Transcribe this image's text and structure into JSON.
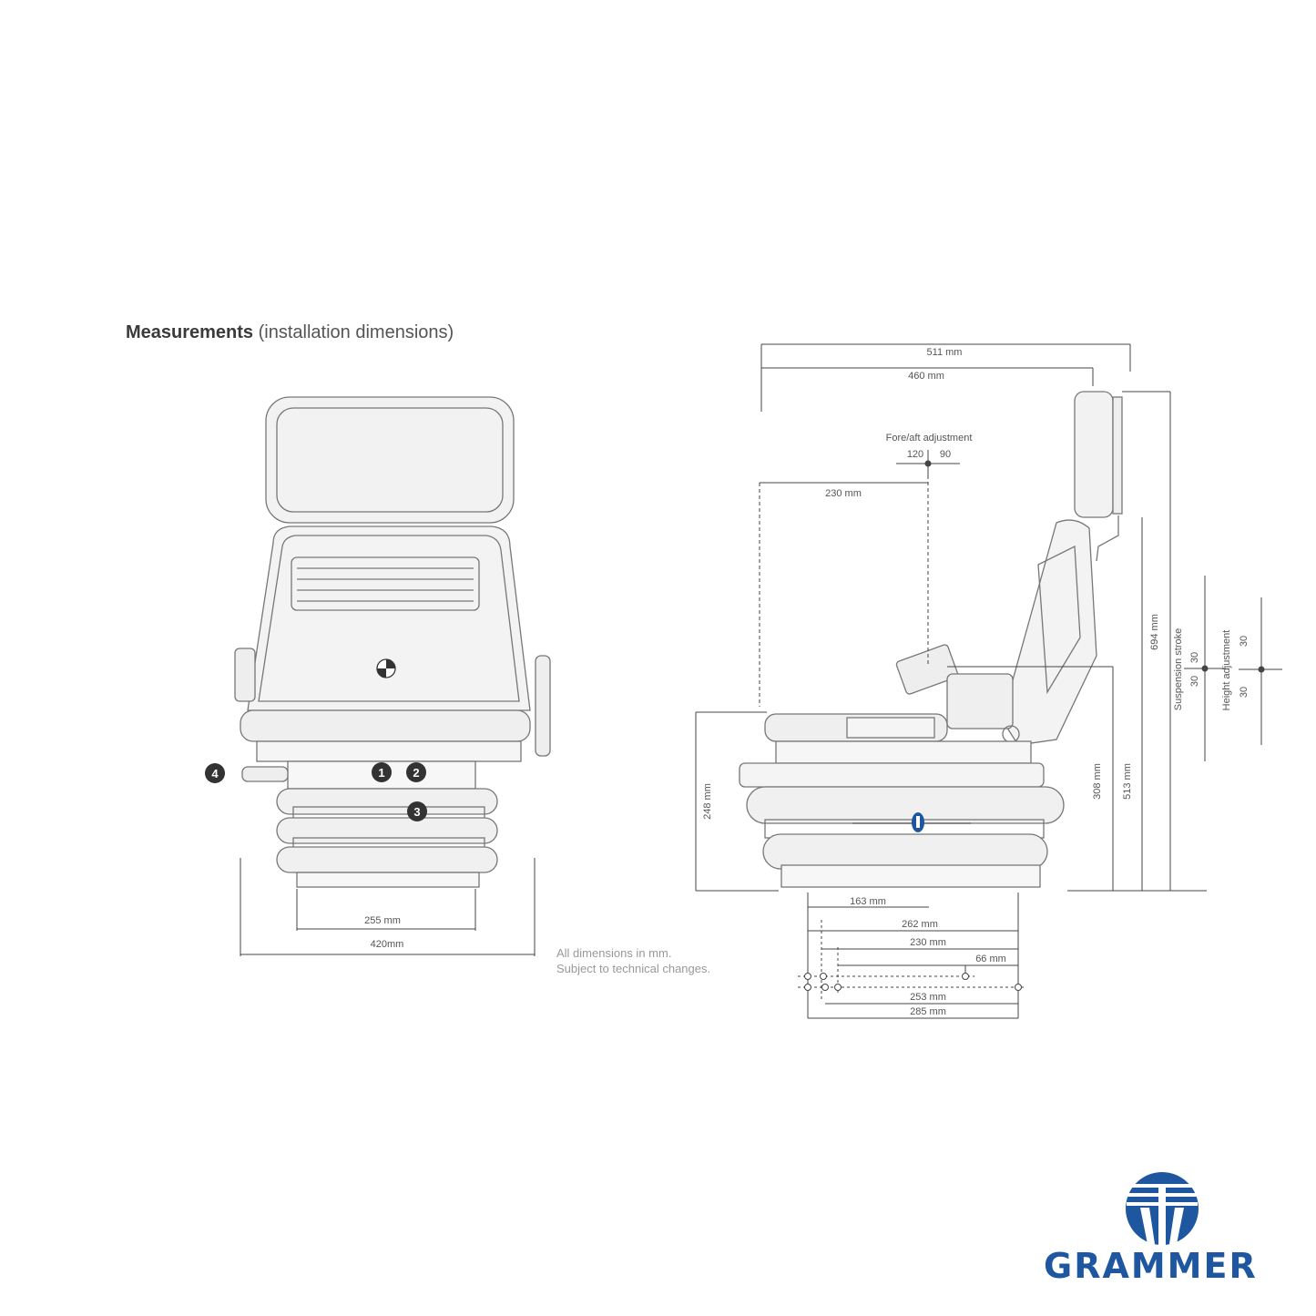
{
  "heading": {
    "title": "Measurements",
    "subtitle": "(installation dimensions)"
  },
  "notes": {
    "line1": "All dimensions in mm.",
    "line2": "Subject to technical changes."
  },
  "brand": {
    "name": "GRAMMER",
    "color": "#1e56a0"
  },
  "front_view": {
    "width_255": "255 mm",
    "width_420": "420mm",
    "callouts": [
      "1",
      "2",
      "3",
      "4"
    ]
  },
  "side_view": {
    "top_511": "511 mm",
    "top_460": "460 mm",
    "fore_aft_label": "Fore/aft adjustment",
    "fore_aft_back": "120",
    "fore_aft_fwd": "90",
    "depth_230_top": "230 mm",
    "height_248": "248 mm",
    "height_308": "308 mm",
    "height_513": "513 mm",
    "height_694": "694 mm",
    "suspension_label": "Suspension stroke",
    "suspension_up": "30",
    "suspension_down": "30",
    "height_adj_label": "Height adjustment",
    "height_adj_up": "30",
    "height_adj_down": "30",
    "base_163": "163 mm",
    "base_262": "262 mm",
    "base_230": "230 mm",
    "base_66": "66 mm",
    "base_253": "253 mm",
    "base_285": "285 mm"
  }
}
